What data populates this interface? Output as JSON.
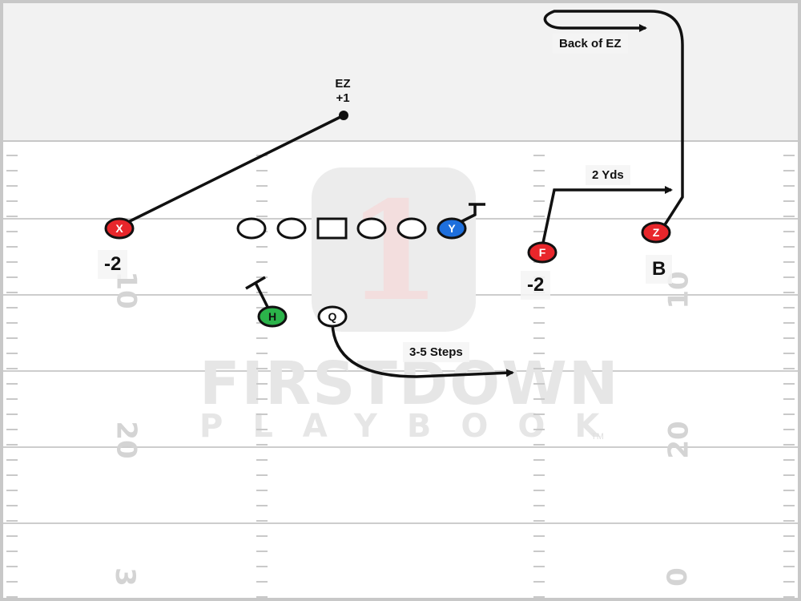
{
  "field": {
    "yard_numbers_left": [
      "10",
      "20",
      "3"
    ],
    "yard_numbers_right": [
      "10",
      "20",
      "0"
    ],
    "watermark": {
      "line1": "FIRSTDOWN",
      "line2": "PLAYBOOK",
      "tm": "TM",
      "logo_glyph": "1"
    }
  },
  "players": [
    {
      "id": "X",
      "label": "X",
      "fill": "#e8262b",
      "text_color": "#ffffff"
    },
    {
      "id": "Y",
      "label": "Y",
      "fill": "#1e6fdc",
      "text_color": "#ffffff"
    },
    {
      "id": "F",
      "label": "F",
      "fill": "#e8262b",
      "text_color": "#ffffff"
    },
    {
      "id": "Z",
      "label": "Z",
      "fill": "#e8262b",
      "text_color": "#ffffff"
    },
    {
      "id": "H",
      "label": "H",
      "fill": "#2bb34a",
      "text_color": "#111111"
    },
    {
      "id": "Q",
      "label": "Q",
      "fill": "#ffffff",
      "text_color": "#111111"
    }
  ],
  "labels": {
    "ez_line1": "EZ",
    "ez_line2": "+1",
    "back_of_ez": "Back of EZ",
    "two_yds": "2 Yds",
    "steps": "3-5 Steps",
    "x_depth": "-2",
    "f_depth": "-2",
    "z_tag": "B"
  },
  "colors": {
    "route": "#111111",
    "line_outline": "#111111"
  }
}
